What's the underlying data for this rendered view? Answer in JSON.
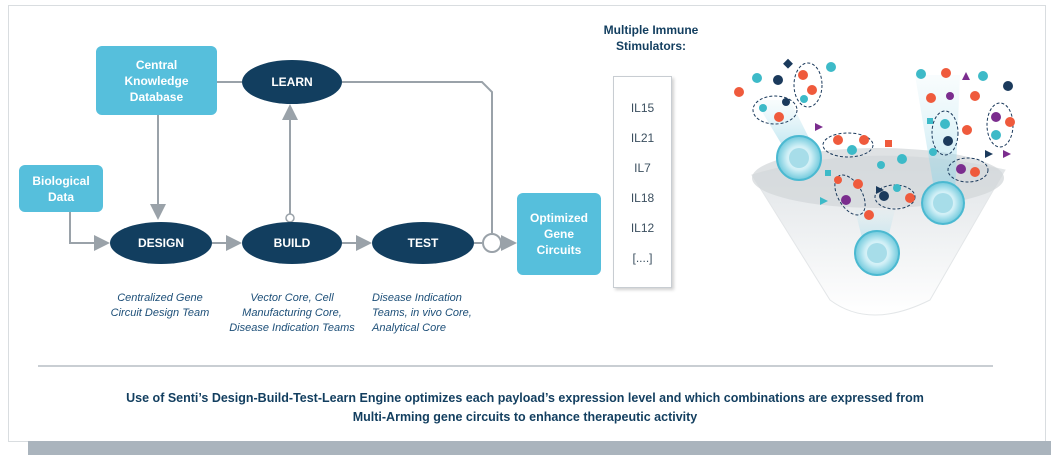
{
  "colors": {
    "box": "#56bfdc",
    "oval": "#123e5f",
    "caption": "#1d4f78",
    "arrow": "#9aa2a9",
    "orange": "#ef5a3c",
    "teal": "#3dbac8",
    "navy": "#1b3a5c",
    "purple": "#7b2d8e"
  },
  "diagram": {
    "central_db": "Central\nKnowledge\nDatabase",
    "bio_data": "Biological\nData",
    "learn": "LEARN",
    "design": "DESIGN",
    "build": "BUILD",
    "test": "TEST",
    "optimized": "Optimized\nGene\nCircuits",
    "caption_design": "Centralized Gene\nCircuit Design Team",
    "caption_build": "Vector Core, Cell\nManufacturing Core,\nDisease Indication Teams",
    "caption_test": "Disease Indication\nTeams, in vivo Core,\nAnalytical Core"
  },
  "stimulators": {
    "title": "Multiple Immune\nStimulators:",
    "items": [
      "IL15",
      "IL21",
      "IL7",
      "IL18",
      "IL12",
      "[....]"
    ]
  },
  "illustration": {
    "name": "immune-cell-funnel"
  },
  "footer": {
    "text": "Use of Senti’s Design-Build-Test-Learn Engine optimizes each payload’s expression level and which combinations are expressed from\nMulti-Arming gene circuits to enhance therapeutic activity"
  }
}
